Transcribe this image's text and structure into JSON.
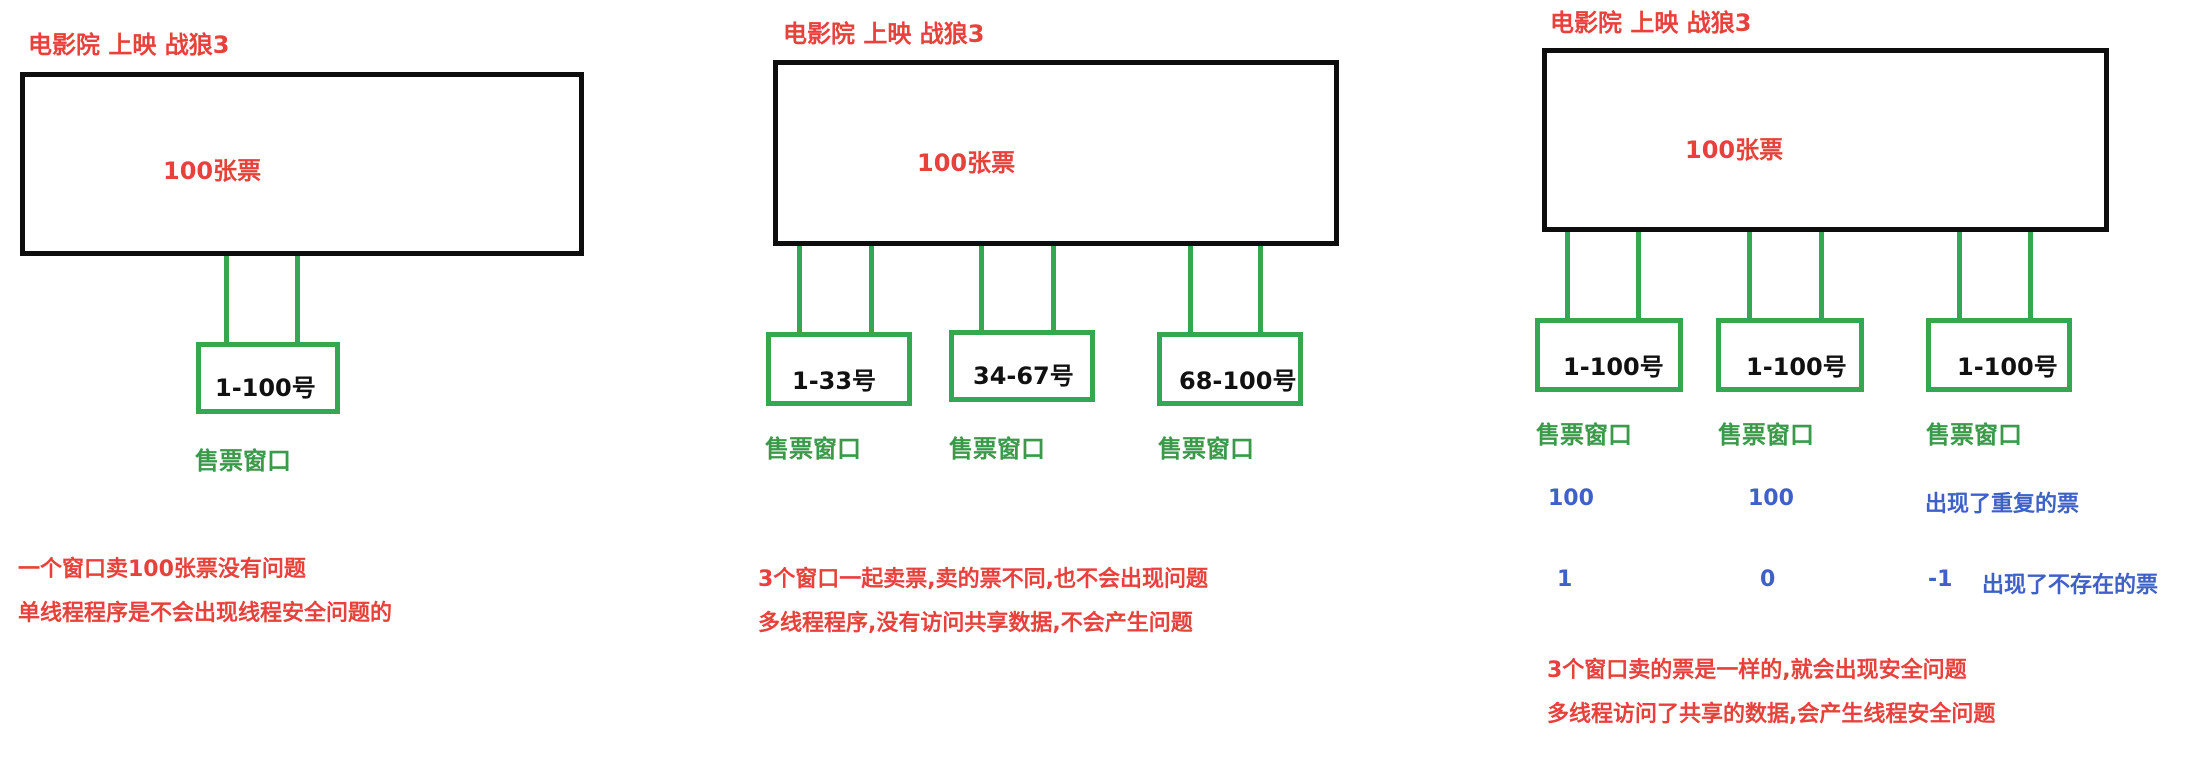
{
  "panel1": {
    "cinema_label": "电影院 上映 战狼3",
    "tickets_label": "100张票",
    "windows": [
      {
        "number_range": "1-100号",
        "window_label": "售票窗口"
      }
    ],
    "notes": [
      "一个窗口卖100张票没有问题",
      "单线程程序是不会出现线程安全问题的"
    ]
  },
  "panel2": {
    "cinema_label": "电影院 上映 战狼3",
    "tickets_label": "100张票",
    "windows": [
      {
        "number_range": "1-33号",
        "window_label": "售票窗口"
      },
      {
        "number_range": "34-67号",
        "window_label": "售票窗口"
      },
      {
        "number_range": "68-100号",
        "window_label": "售票窗口"
      }
    ],
    "notes": [
      "3个窗口一起卖票,卖的票不同,也不会出现问题",
      "多线程程序,没有访问共享数据,不会产生问题"
    ]
  },
  "panel3": {
    "cinema_label": "电影院 上映 战狼3",
    "tickets_label": "100张票",
    "windows": [
      {
        "number_range": "1-100号",
        "window_label": "售票窗口"
      },
      {
        "number_range": "1-100号",
        "window_label": "售票窗口"
      },
      {
        "number_range": "1-100号",
        "window_label": "售票窗口"
      }
    ],
    "row1": {
      "w1": "100",
      "w2": "100",
      "w3": "出现了重复的票"
    },
    "row2": {
      "w1": "1",
      "w2": "0",
      "w3": "-1",
      "w3_note": "出现了不存在的票"
    },
    "notes": [
      "3个窗口卖的票是一样的,就会出现安全问题",
      "多线程访问了共享的数据,会产生线程安全问题"
    ]
  },
  "colors": {
    "red": "#e8413c",
    "green": "#35a750",
    "blue": "#3f61c7",
    "black": "#0e0e0e"
  }
}
